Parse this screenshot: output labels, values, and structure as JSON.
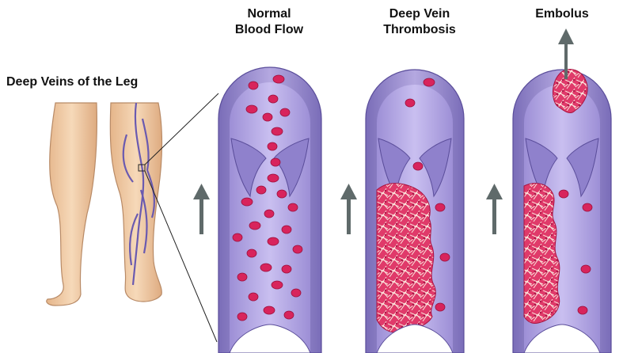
{
  "labels": {
    "legs_title": "Deep Veins of the Leg",
    "normal_line1": "Normal",
    "normal_line2": "Blood Flow",
    "dvt_line1": "Deep Vein",
    "dvt_line2": "Thrombosis",
    "embolus": "Embolus"
  },
  "colors": {
    "vessel_wall": "#8a7cc2",
    "vessel_lumen": "#b7a8e4",
    "red_cell": "#d8245c",
    "clot": "#e03a6a",
    "arrow": "#5f6a6a",
    "skin": "#eec7a0"
  }
}
